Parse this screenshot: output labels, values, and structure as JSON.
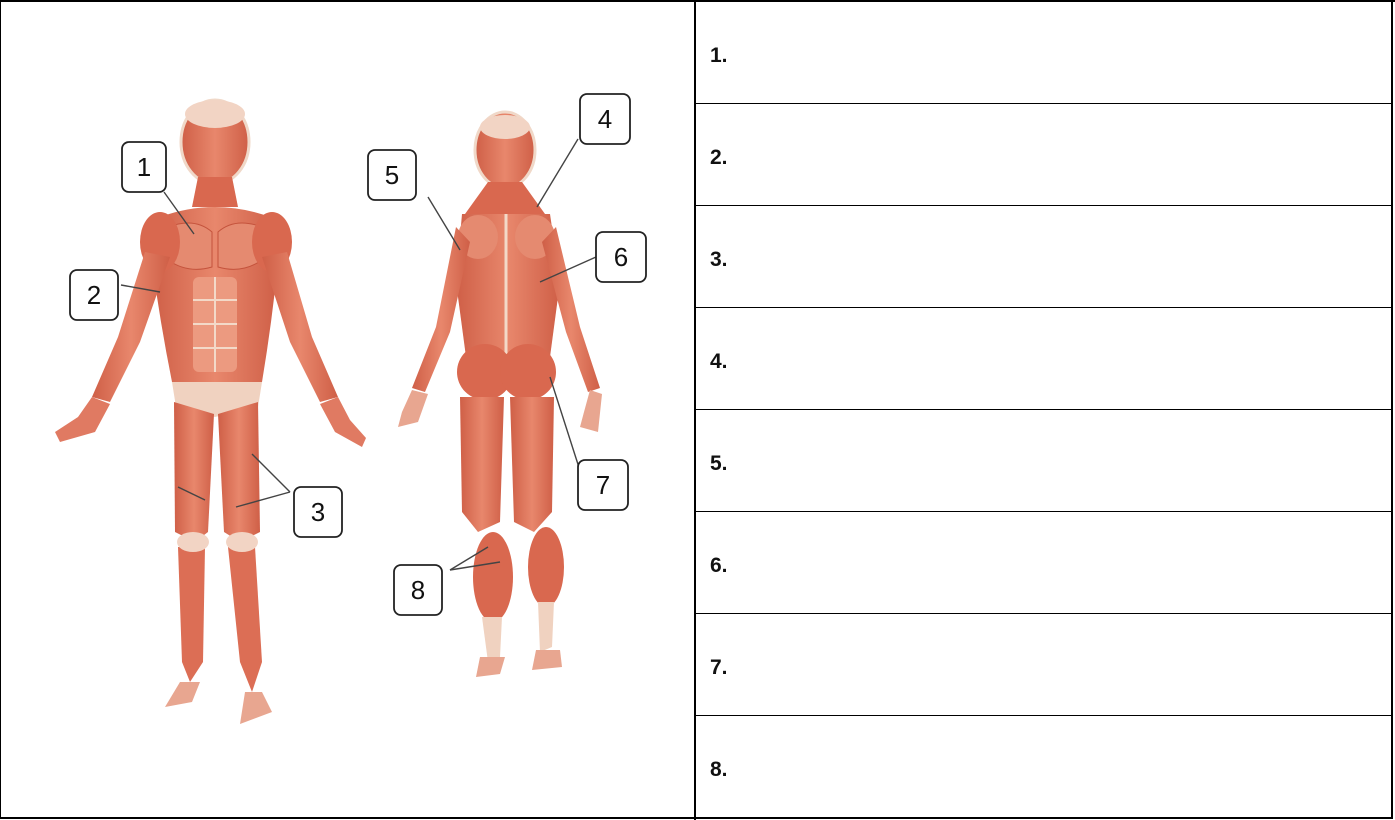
{
  "diagram": {
    "callouts": [
      "1",
      "2",
      "3",
      "4",
      "5",
      "6",
      "7",
      "8"
    ]
  },
  "answers": [
    {
      "label": "1."
    },
    {
      "label": "2."
    },
    {
      "label": "3."
    },
    {
      "label": "4."
    },
    {
      "label": "5."
    },
    {
      "label": "6."
    },
    {
      "label": "7."
    },
    {
      "label": "8."
    }
  ],
  "colors": {
    "muscle": "#e07a62",
    "muscle_dark": "#c4533c",
    "tendon": "#f3d9c8",
    "border": "#000000"
  }
}
